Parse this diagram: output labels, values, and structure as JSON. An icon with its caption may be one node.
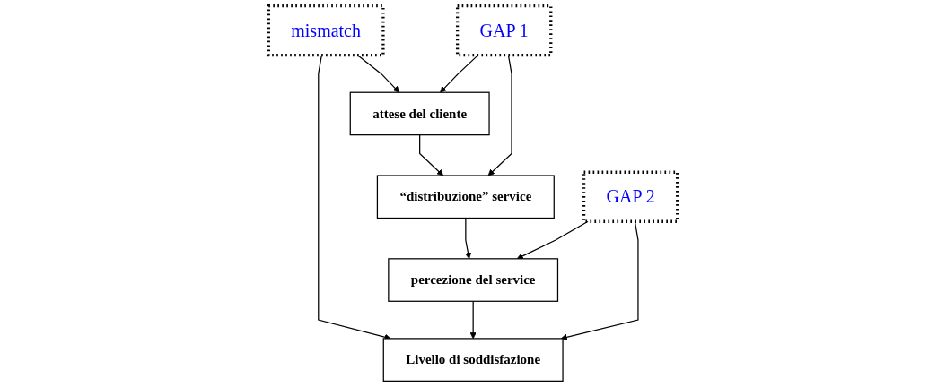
{
  "diagram": {
    "nodes": [
      {
        "text": [
          "mismatch"
        ]
      },
      {
        "text": [
          "attese del cliente"
        ]
      },
      {
        "text": [
          "“distribuzione” service"
        ]
      },
      {
        "text": [
          "percezione del service"
        ]
      },
      {
        "text": [
          "Livello di soddisfazione"
        ]
      },
      {
        "text": [
          "GAP 1"
        ]
      },
      {
        "text": [
          "GAP 2"
        ]
      }
    ],
    "edges": [
      {
        "from": 0,
        "to": 1,
        "arrow": "to"
      },
      {
        "from": 0,
        "to": 4,
        "arrow": "to"
      },
      {
        "from": 1,
        "to": 2,
        "arrow": "to"
      },
      {
        "from": 2,
        "to": 3,
        "arrow": "to"
      },
      {
        "from": 3,
        "to": 4,
        "arrow": "to"
      },
      {
        "from": 5,
        "to": 1,
        "arrow": "to"
      },
      {
        "from": 5,
        "to": 2,
        "arrow": "to"
      },
      {
        "from": 6,
        "to": 3,
        "arrow": "to"
      },
      {
        "from": 6,
        "to": 4,
        "arrow": "to"
      }
    ]
  }
}
